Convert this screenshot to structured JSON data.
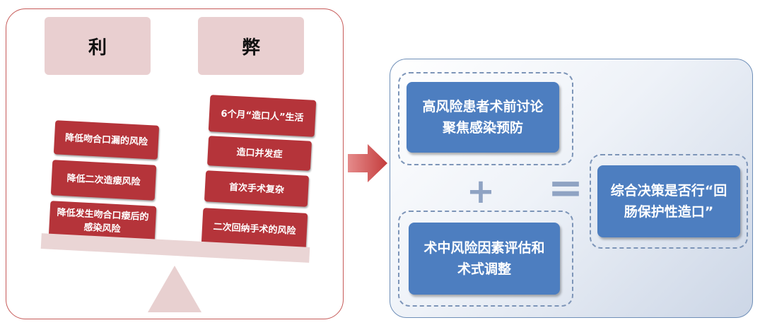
{
  "pros": {
    "title": "利",
    "items": [
      "降低吻合口漏的风险",
      "降低二次造瘘风险",
      "降低发生吻合口瘘后的感染风险"
    ]
  },
  "cons": {
    "title": "弊",
    "items": [
      "6个月“造口人”生活",
      "造口并发症",
      "首次手术复杂",
      "二次回纳手术的风险"
    ]
  },
  "decision": {
    "box1": "高风险患者术前讨论聚焦感染预防",
    "box2": "术中风险因素评估和术式调整",
    "plus": "+",
    "equals": "=",
    "result": "综合决策是否行“回肠保护性造口”"
  },
  "colors": {
    "red": "#b5343a",
    "blue": "#4d7ec0",
    "pink": "#e9cfd0"
  }
}
